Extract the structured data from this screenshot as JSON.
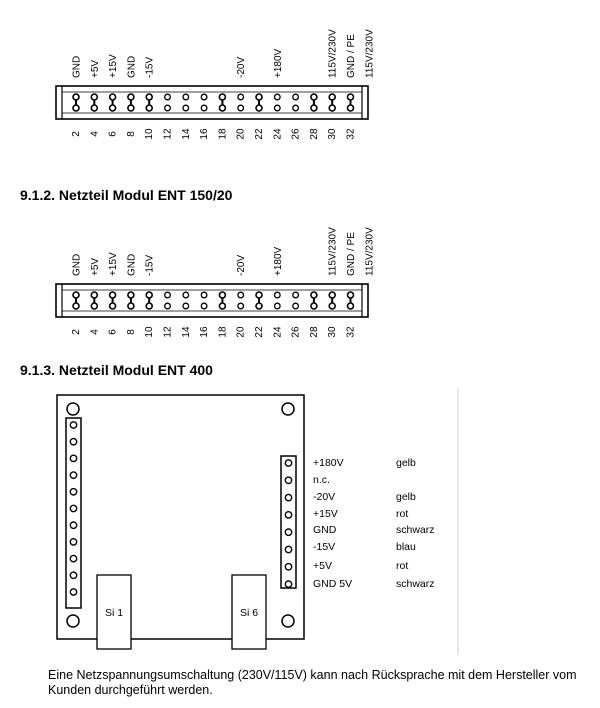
{
  "connectors": [
    {
      "pin_labels": [
        "GND",
        "+5V",
        "+15V",
        "GND",
        "-15V",
        "-20V",
        "+180V",
        "115V/230V",
        "GND / PE",
        "115V/230V"
      ],
      "label_pin_indices": [
        0,
        1,
        2,
        3,
        4,
        9,
        11,
        14,
        15,
        16
      ],
      "pin_numbers": [
        "2",
        "4",
        "6",
        "8",
        "10",
        "12",
        "14",
        "16",
        "18",
        "20",
        "22",
        "24",
        "26",
        "28",
        "30",
        "32"
      ],
      "connected_pins": [
        1,
        1,
        1,
        1,
        1,
        0,
        0,
        0,
        1,
        0,
        1,
        0,
        0,
        1,
        1,
        1
      ]
    },
    {
      "title": "9.1.2. Netzteil Modul ENT 150/20",
      "pin_labels": [
        "GND",
        "+5V",
        "+15V",
        "GND",
        "-15V",
        "-20V",
        "+180V",
        "115V/230V",
        "GND / PE",
        "115V/230V"
      ],
      "label_pin_indices": [
        0,
        1,
        2,
        3,
        4,
        9,
        11,
        14,
        15,
        16
      ],
      "pin_numbers": [
        "2",
        "4",
        "6",
        "8",
        "10",
        "12",
        "14",
        "16",
        "18",
        "20",
        "22",
        "24",
        "26",
        "28",
        "30",
        "32"
      ],
      "connected_pins": [
        1,
        1,
        1,
        1,
        1,
        0,
        0,
        0,
        1,
        0,
        1,
        0,
        0,
        1,
        1,
        1
      ]
    }
  ],
  "ent400": {
    "title": "9.1.3. Netzteil Modul ENT 400",
    "fuses": [
      "Si 1",
      "Si 6"
    ],
    "connections": [
      {
        "signal": "+180V",
        "color": "gelb"
      },
      {
        "signal": "n.c.",
        "color": ""
      },
      {
        "signal": "-20V",
        "color": "gelb"
      },
      {
        "signal": "+15V",
        "color": "rot"
      },
      {
        "signal": "GND",
        "color": "schwarz"
      },
      {
        "signal": "-15V",
        "color": "blau"
      },
      {
        "signal": "+5V",
        "color": "rot"
      },
      {
        "signal": "GND 5V",
        "color": "schwarz"
      }
    ]
  },
  "note": "Eine Netzspannungsumschaltung (230V/115V) kann nach Rücksprache mit dem Hersteller vom Kunden durchgeführt werden."
}
